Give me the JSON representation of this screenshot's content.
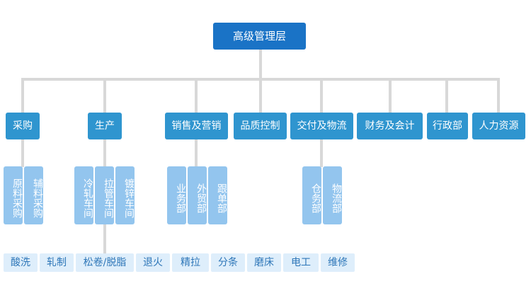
{
  "root": "高级管理层",
  "departments": [
    "采购",
    "生产",
    "销售及营销",
    "品质控制",
    "交付及物流",
    "财务及会计",
    "行政部",
    "人力资源"
  ],
  "procurement_subs": [
    "原料采购",
    "辅料采购"
  ],
  "production_subs": [
    "冷轧车间",
    "拉管车间",
    "镀锌车间"
  ],
  "sales_subs": [
    "业务部",
    "外贸部",
    "跟单部"
  ],
  "logistics_subs": [
    "仓务部",
    "物流部"
  ],
  "processes": [
    "酸洗",
    "轧制",
    "松卷/脱脂",
    "退火",
    "精拉",
    "分条",
    "磨床",
    "电工",
    "维修"
  ],
  "colors": {
    "top": "#1a73c6",
    "dept": "#2f95cf",
    "sub": "#93c5ee",
    "leaf": "#deeefb",
    "leaf_text": "#2d76b8",
    "line": "#d8d8d8"
  }
}
